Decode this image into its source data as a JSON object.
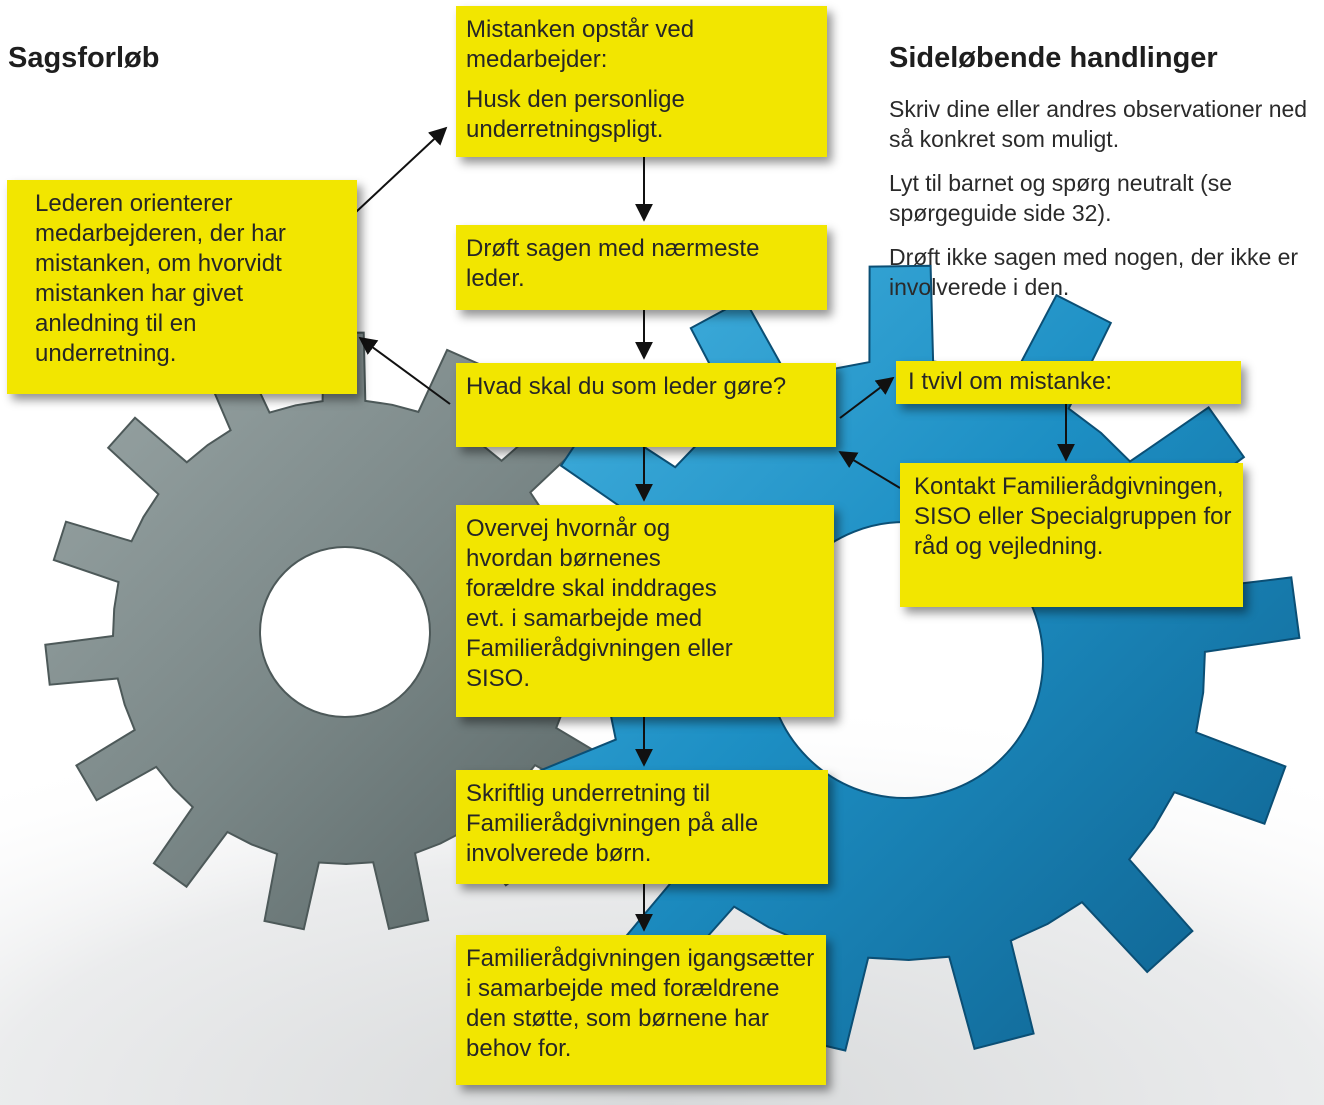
{
  "headings": {
    "left": "Sagsforløb",
    "right": "Sideløbende handlinger"
  },
  "side_actions": [
    "Skriv dine eller andres observationer ned så konkret som muligt.",
    "Lyt til barnet og spørg neutralt (se spørgeguide side 32).",
    "Drøft ikke sagen med nogen, der ikke er involverede i den."
  ],
  "boxes": {
    "suspicion": {
      "line1": "Mistanken opstår ved medarbejder:",
      "line2": "Husk den personlige underretningspligt."
    },
    "discuss": "Drøft sagen med nærmeste leder.",
    "leader_question": "Hvad skal du som leder gøre?",
    "orient": "Lederen orienterer medarbejderen, der har mistanken, om hvorvidt mistanken har givet anledning til en underretning.",
    "doubt": "I tvivl om mistanke:",
    "contact": "Kontakt Familierådgivningen, SISO eller Specialgruppen for råd og vejledning.",
    "parents": "Overvej hvornår og hvordan børnenes forældre skal inddrages evt. i samarbejde med Familierådgivningen eller SISO.",
    "report": "Skriftlig underretning til Familierådgivningen på alle involverede børn.",
    "support": "Familierådgivningen igangsætter i samarbejde med forældrene den støtte, som børnene har behov for."
  },
  "colors": {
    "box_fill": "#f2e600",
    "gear_left": "#7f8c8c",
    "gear_right": "#1d8fc4",
    "arrow": "#111111"
  }
}
